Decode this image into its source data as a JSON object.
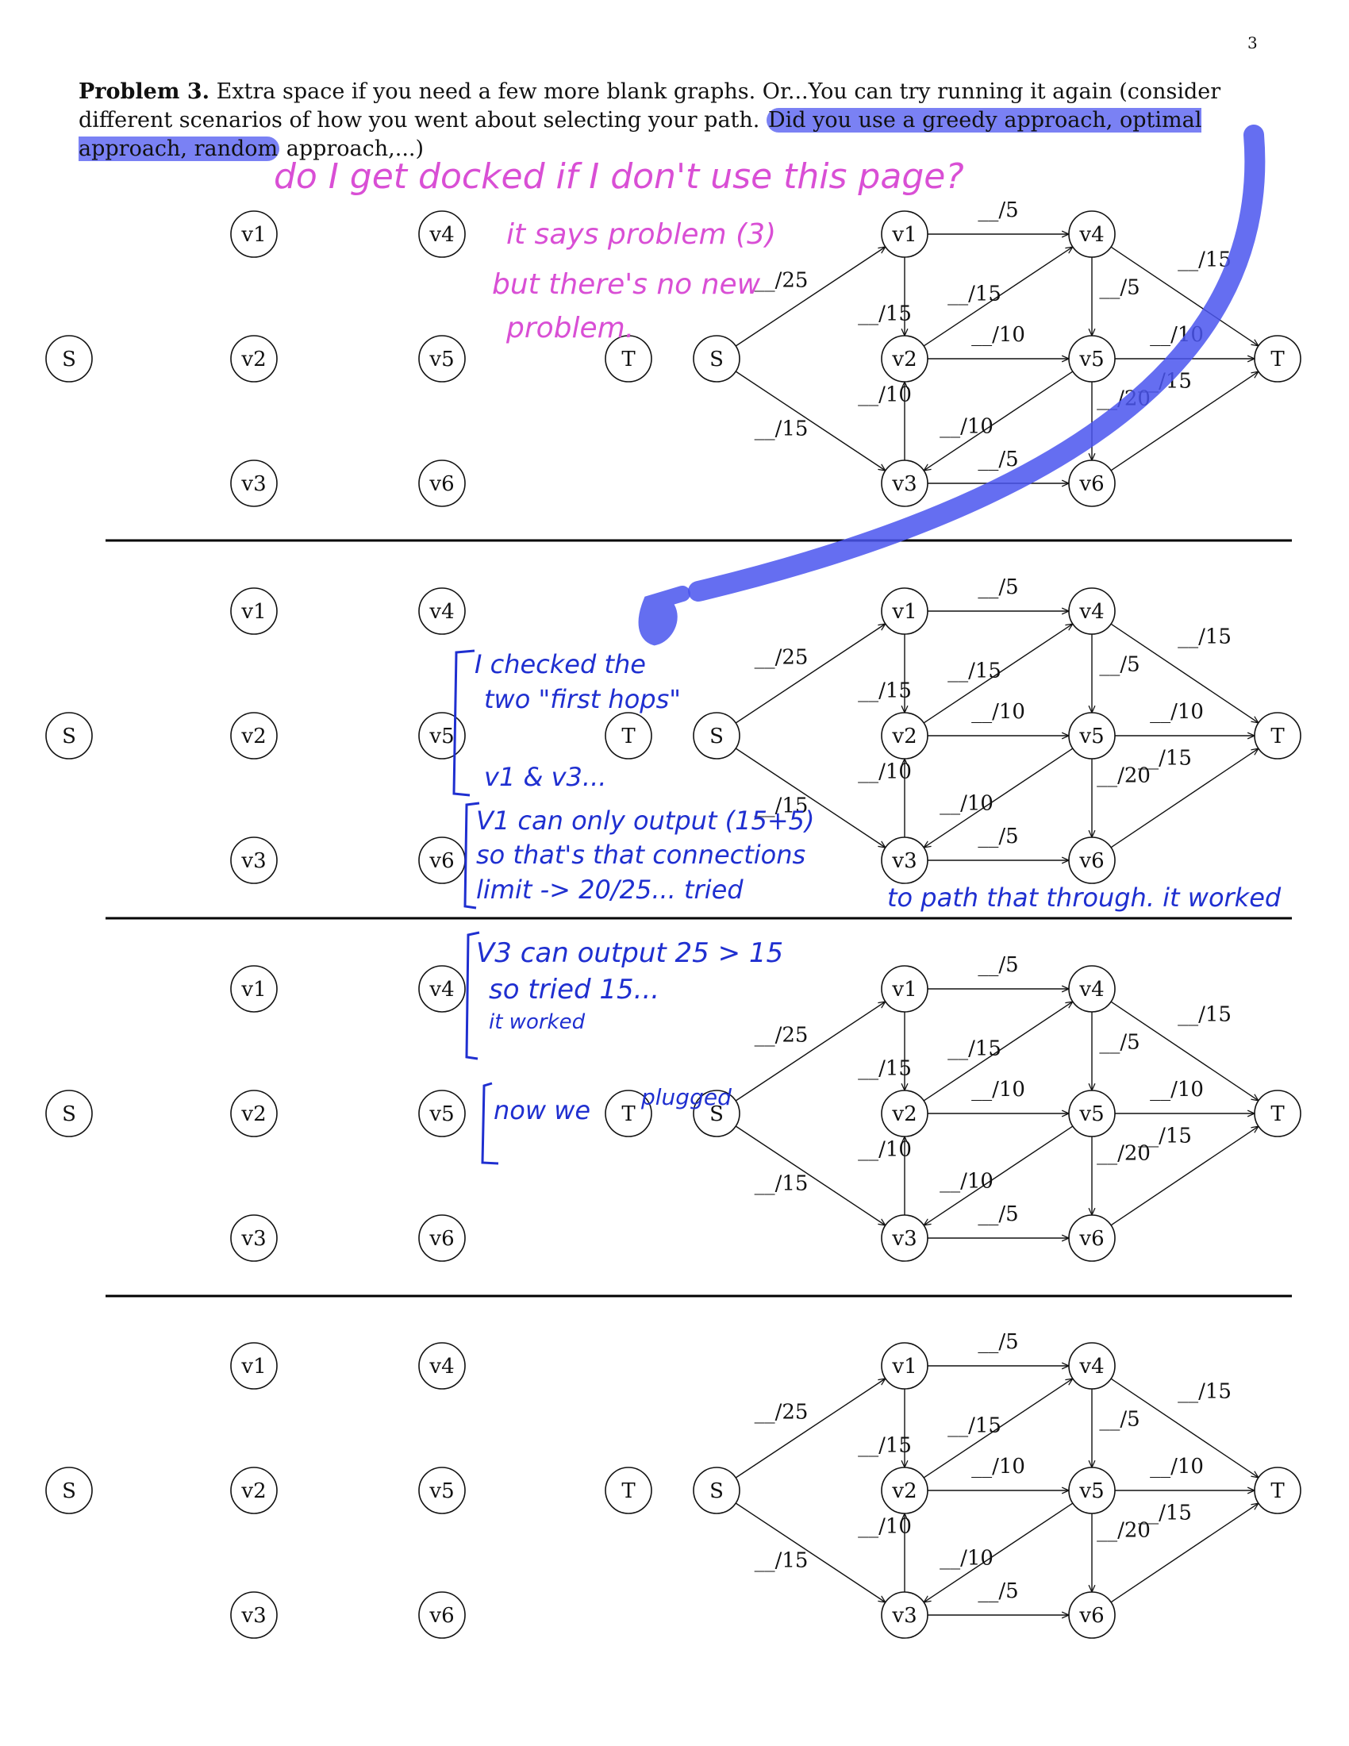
{
  "page_number": "3",
  "problem": {
    "heading": "Problem 3.",
    "text_before_highlight": "Extra space if you need a few more blank graphs. Or...You can try running it again (consider different scenarios of how you went about selecting your path.",
    "highlighted_text": "Did you use a greedy approach, optimal approach, random",
    "text_after_highlight": "approach,...)"
  },
  "blank_graph_labels": [
    "S",
    "v1",
    "v2",
    "v3",
    "v4",
    "v5",
    "v6",
    "T"
  ],
  "flow_graph": {
    "nodes": [
      "S",
      "v1",
      "v2",
      "v3",
      "v4",
      "v5",
      "v6",
      "T"
    ],
    "edges": [
      {
        "from": "S",
        "to": "v1",
        "label": "__/25"
      },
      {
        "from": "S",
        "to": "v3",
        "label": "__/15"
      },
      {
        "from": "v1",
        "to": "v4",
        "label": "__/5"
      },
      {
        "from": "v1",
        "to": "v2",
        "label": "__/15"
      },
      {
        "from": "v2",
        "to": "v4",
        "label": "__/15"
      },
      {
        "from": "v2",
        "to": "v5",
        "label": "__/10"
      },
      {
        "from": "v3",
        "to": "v2",
        "label": "__/10"
      },
      {
        "from": "v5",
        "to": "v3",
        "label": "__/10"
      },
      {
        "from": "v3",
        "to": "v6",
        "label": "__/5"
      },
      {
        "from": "v4",
        "to": "v5",
        "label": "__/5"
      },
      {
        "from": "v4",
        "to": "T",
        "label": "__/15"
      },
      {
        "from": "v5",
        "to": "T",
        "label": "__/10"
      },
      {
        "from": "v5",
        "to": "v6",
        "label": "__/20"
      },
      {
        "from": "v6",
        "to": "T",
        "label": "__/15"
      }
    ]
  },
  "annotations": {
    "pink": [
      "do I get docked if I don't use this page?",
      "it says problem (3)",
      "but there's no new",
      "problem."
    ],
    "blue": [
      "I checked the",
      "two \"first hops\"",
      "v1 & v3...",
      "V1 can only output (15+5)",
      "so that's that connections",
      "limit -> 20/25... tried",
      "to path that through. it worked",
      "V3 can output 25 > 15",
      "so tried 15...",
      "it worked",
      "now we",
      "plugged"
    ]
  },
  "colors": {
    "highlight": "#4a55ee",
    "pink_ink": "#d94fd5",
    "blue_ink": "#1f2fd0"
  }
}
